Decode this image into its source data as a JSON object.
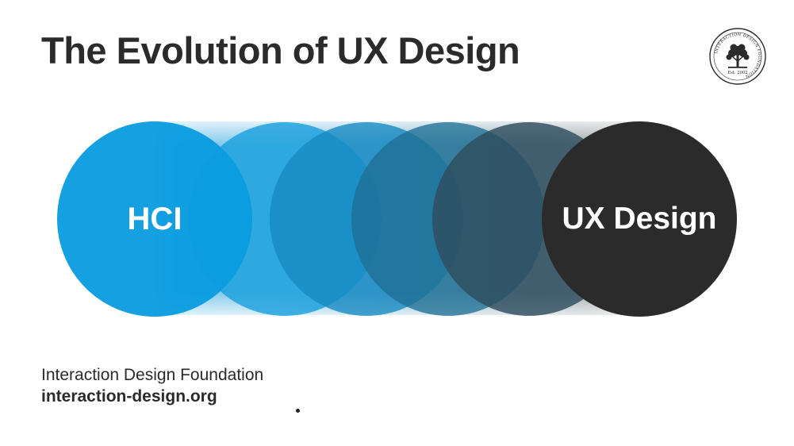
{
  "header": {
    "title": "The Evolution of UX Design"
  },
  "logo": {
    "ring_text": "INTERACTION DESIGN FOUNDATION",
    "est_text": "Est. 2002",
    "icon": "tree-icon"
  },
  "diagram": {
    "start_label": "HCI",
    "end_label": "UX Design",
    "colors": [
      "#0a9ce0",
      "#20a2de",
      "#1488c2",
      "#1f6f95",
      "#2e4d5e",
      "#2b2b2b"
    ]
  },
  "footer": {
    "organization": "Interaction Design Foundation",
    "url": "interaction-design.org"
  }
}
